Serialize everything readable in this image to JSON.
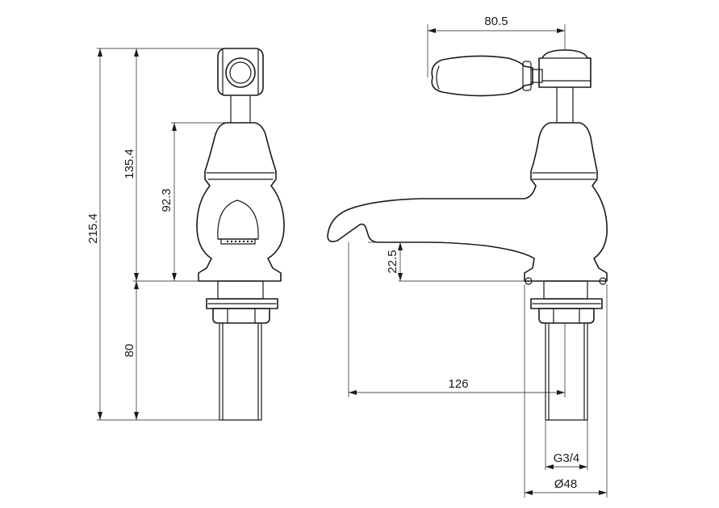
{
  "dimensions": {
    "overall_height": "215.4",
    "body_height": "135.4",
    "spout_body_height": "92.3",
    "tail_length": "80",
    "lever_reach": "80.5",
    "spout_clearance": "22.5",
    "spout_projection": "126",
    "thread_size": "G3/4",
    "base_diameter": "Ø48"
  }
}
